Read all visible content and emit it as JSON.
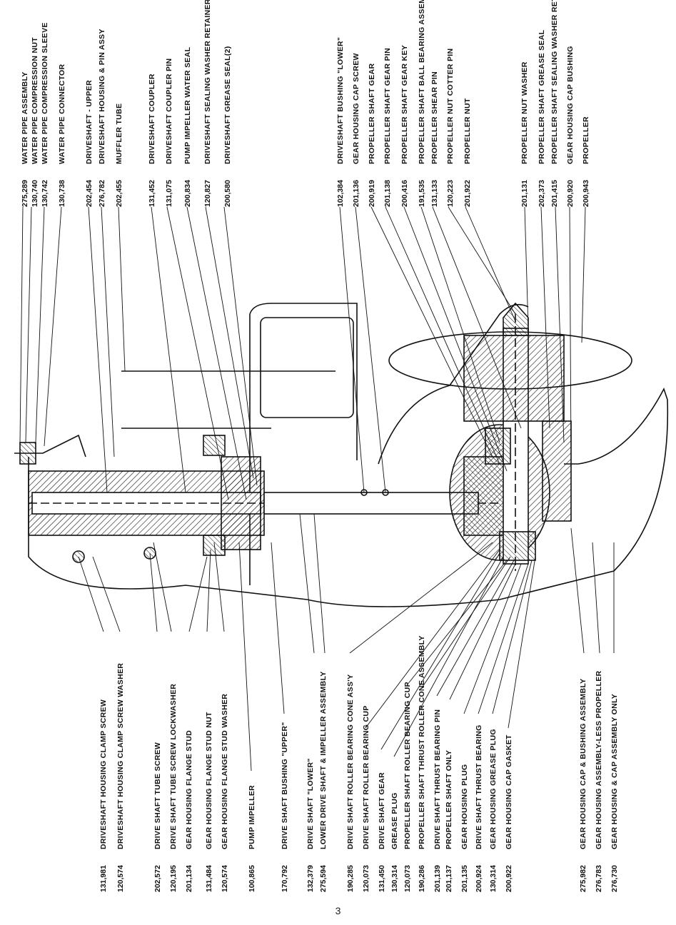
{
  "page_number": "3",
  "top_callouts": [
    {
      "part": "275,289",
      "desc": "WATER PIPE ASSEMBLY"
    },
    {
      "part": "130,740",
      "desc": "WATER PIPE COMPRESSION NUT"
    },
    {
      "part": "130,742",
      "desc": "WATER PIPE COMPRESSION SLEEVE"
    },
    {
      "part": "130,738",
      "desc": "WATER PIPE CONNECTOR"
    },
    {
      "part": "202,454",
      "desc": "DRIVESHAFT - UPPER"
    },
    {
      "part": "276,782",
      "desc": "DRIVESHAFT HOUSING & PIN ASSY"
    },
    {
      "part": "202,455",
      "desc": "MUFFLER TUBE"
    },
    {
      "part": "131,452",
      "desc": "DRIVESHAFT COUPLER"
    },
    {
      "part": "131,075",
      "desc": "DRIVESHAFT COUPLER PIN"
    },
    {
      "part": "200,834",
      "desc": "PUMP IMPELLER WATER SEAL"
    },
    {
      "part": "120,827",
      "desc": "DRIVESHAFT SEALING WASHER RETAINER"
    },
    {
      "part": "200,580",
      "desc": "DRIVESHAFT GREASE SEAL(2)"
    },
    {
      "part": "102,384",
      "desc": "DRIVESHAFT BUSHING \"LOWER\""
    },
    {
      "part": "201,136",
      "desc": "GEAR HOUSING CAP SCREW"
    },
    {
      "part": "200,919",
      "desc": "PROPELLER SHAFT GEAR"
    },
    {
      "part": "201,138",
      "desc": "PROPELLER SHAFT GEAR PIN"
    },
    {
      "part": "200,416",
      "desc": "PROPELLER SHAFT GEAR KEY"
    },
    {
      "part": "191,535",
      "desc": "PROPELLER SHAFT BALL BEARING ASSEMBLY"
    },
    {
      "part": "131,133",
      "desc": "PROPELLER SHEAR PIN"
    },
    {
      "part": "120,223",
      "desc": "PROPELLER NUT COTTER PIN"
    },
    {
      "part": "201,922",
      "desc": "PROPELLER NUT"
    },
    {
      "part": "201,131",
      "desc": "PROPELLER NUT WASHER"
    },
    {
      "part": "202,373",
      "desc": "PROPELLER SHAFT GREASE SEAL"
    },
    {
      "part": "201,415",
      "desc": "PROPELLER SHAFT SEALING WASHER RETAINER"
    },
    {
      "part": "200,920",
      "desc": "GEAR HOUSING CAP BUSHING"
    },
    {
      "part": "200,943",
      "desc": "PROPELLER"
    }
  ],
  "bottom_callouts": [
    {
      "part": "131,981",
      "desc": "DRIVESHAFT HOUSING CLAMP SCREW"
    },
    {
      "part": "120,574",
      "desc": "DRIVESHAFT HOUSING CLAMP SCREW WASHER"
    },
    {
      "part": "202,572",
      "desc": "DRIVE SHAFT TUBE SCREW"
    },
    {
      "part": "120,195",
      "desc": "DRIVE SHAFT TUBE SCREW LOCKWASHER"
    },
    {
      "part": "201,134",
      "desc": "GEAR HOUSING FLANGE STUD"
    },
    {
      "part": "131,484",
      "desc": "GEAR HOUSING FLANGE STUD NUT"
    },
    {
      "part": "120,574",
      "desc": "GEAR HOUSING FLANGE STUD WASHER"
    },
    {
      "part": "100,865",
      "desc": "PUMP IMPELLER"
    },
    {
      "part": "170,792",
      "desc": "DRIVE SHAFT BUSHING \"UPPER\""
    },
    {
      "part": "132,379",
      "desc": "DRIVE SHAFT \"LOWER\""
    },
    {
      "part": "275,594",
      "desc": "LOWER DRIVE SHAFT & IMPELLER ASSEMBLY"
    },
    {
      "part": "190,285",
      "desc": "DRIVE SHAFT ROLLER BEARING CONE ASS'Y"
    },
    {
      "part": "120,073",
      "desc": "DRIVE SHAFT ROLLER BEARING CUP"
    },
    {
      "part": "131,450",
      "desc": "DRIVE SHAFT GEAR"
    },
    {
      "part": "130,314",
      "desc": "GREASE PLUG"
    },
    {
      "part": "120,073",
      "desc": "PROPELLER SHAFT ROLLER BEARING CUP"
    },
    {
      "part": "190,286",
      "desc": "PROPELLER SHAFT THRUST ROLLER CONE ASSEMBLY"
    },
    {
      "part": "201,139",
      "desc": "DRIVE SHAFT THRUST BEARING PIN"
    },
    {
      "part": "201,137",
      "desc": "PROPELLER SHAFT ONLY"
    },
    {
      "part": "201,135",
      "desc": "GEAR HOUSING PLUG"
    },
    {
      "part": "200,924",
      "desc": "DRIVE SHAFT THRUST BEARING"
    },
    {
      "part": "130,314",
      "desc": "GEAR HOUSING GREASE PLUG"
    },
    {
      "part": "200,922",
      "desc": "GEAR HOUSING CAP GASKET"
    },
    {
      "part": "275,982",
      "desc": "GEAR HOUSING CAP & BUSHING ASSEMBLY"
    },
    {
      "part": "276,783",
      "desc": "GEAR HOUSING ASSEMBLY-LESS PROPELLER"
    },
    {
      "part": "276,730",
      "desc": "GEAR HOUSING & CAP ASSEMBLY ONLY"
    }
  ]
}
